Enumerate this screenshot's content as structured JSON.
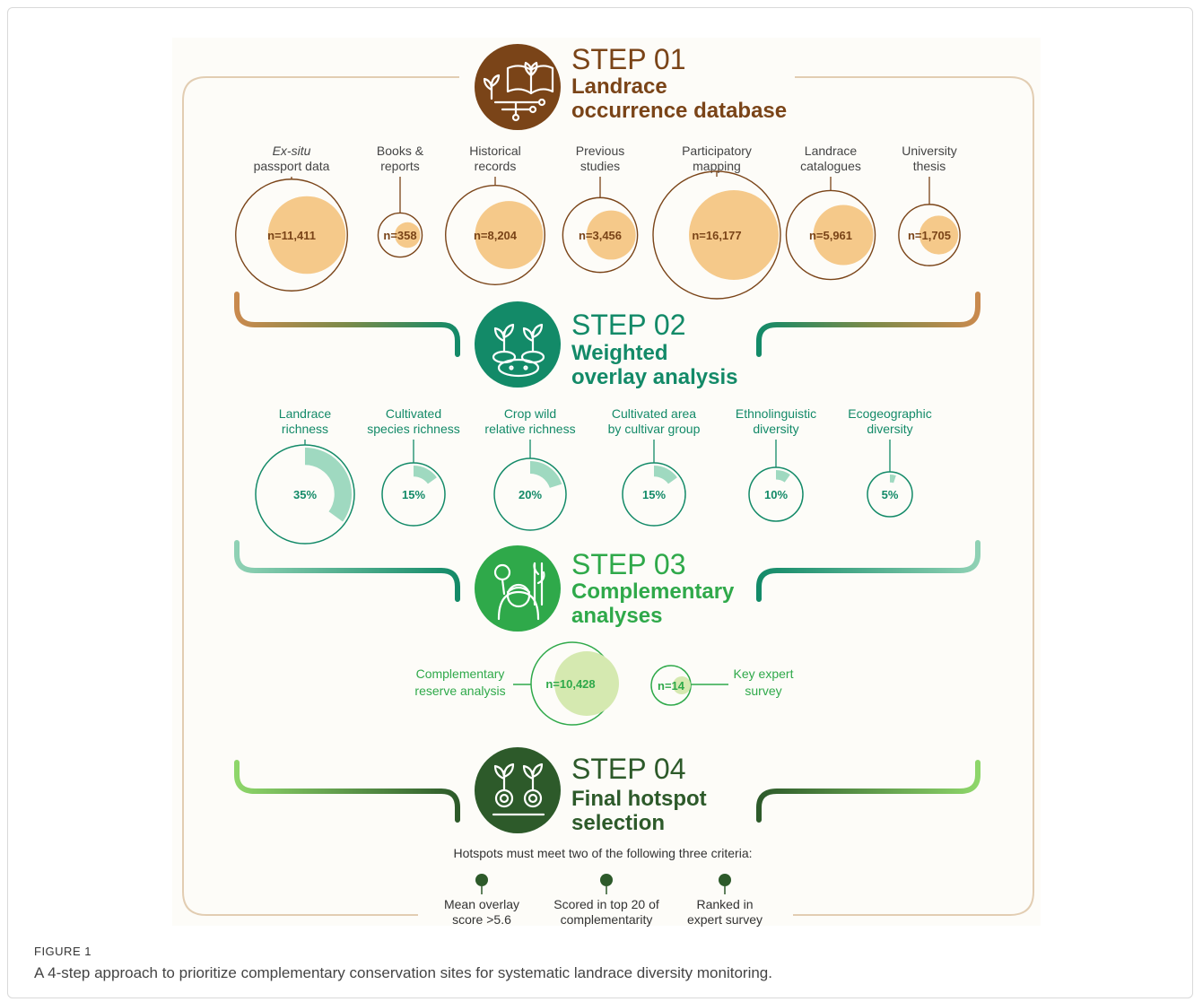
{
  "colors": {
    "brown": "#7a4418",
    "peach": "#f5c98a",
    "teal": "#138a68",
    "teal_light": "#9fd9c0",
    "green": "#2fa94a",
    "green_light": "#d5e9b0",
    "dark_green": "#2d5a2a",
    "frame": "#e2cdb2"
  },
  "step1": {
    "label": "STEP 01",
    "title_line1": "Landrace",
    "title_line2": "occurrence database",
    "icon": "book-plant-circuit-icon",
    "sources": [
      {
        "line1": "Ex-situ",
        "line2": "passport data",
        "n": "n=11,411",
        "value": 11411
      },
      {
        "line1": "Books &",
        "line2": "reports",
        "n": "n=358",
        "value": 358
      },
      {
        "line1": "Historical",
        "line2": "records",
        "n": "n=8,204",
        "value": 8204
      },
      {
        "line1": "Previous",
        "line2": "studies",
        "n": "n=3,456",
        "value": 3456
      },
      {
        "line1": "Participatory",
        "line2": "mapping",
        "n": "n=16,177",
        "value": 16177
      },
      {
        "line1": "Landrace",
        "line2": "catalogues",
        "n": "n=5,961",
        "value": 5961
      },
      {
        "line1": "University",
        "line2": "thesis",
        "n": "n=1,705",
        "value": 1705
      }
    ]
  },
  "step2": {
    "label": "STEP 02",
    "title_line1": "Weighted",
    "title_line2": "overlay analysis",
    "icon": "seedlings-soil-icon",
    "layers": [
      {
        "line1": "Landrace",
        "line2": "richness",
        "pct": "35%",
        "weight": 0.35
      },
      {
        "line1": "Cultivated",
        "line2": "species richness",
        "pct": "15%",
        "weight": 0.15
      },
      {
        "line1": "Crop wild",
        "line2": "relative richness",
        "pct": "20%",
        "weight": 0.2
      },
      {
        "line1": "Cultivated area",
        "line2": "by cultivar group",
        "pct": "15%",
        "weight": 0.15
      },
      {
        "line1": "Ethnolinguistic",
        "line2": "diversity",
        "pct": "10%",
        "weight": 0.1
      },
      {
        "line1": "Ecogeographic",
        "line2": "diversity",
        "pct": "5%",
        "weight": 0.05
      }
    ]
  },
  "step3": {
    "label": "STEP 03",
    "title_line1": "Complementary",
    "title_line2": "analyses",
    "icon": "farmer-plant-icon",
    "left_line1": "Complementary",
    "left_line2": "reserve analysis",
    "left_n": "n=10,428",
    "right_line1": "Key expert",
    "right_line2": "survey",
    "right_n": "n=14"
  },
  "step4": {
    "label": "STEP 04",
    "title_line1": "Final hotspot",
    "title_line2": "selection",
    "icon": "sprout-target-icon",
    "criteria_heading": "Hotspots must meet two of the following three criteria:",
    "criteria": [
      {
        "line1": "Mean overlay",
        "line2": "score >5.6"
      },
      {
        "line1": "Scored in top 20 of",
        "line2": "complementarity"
      },
      {
        "line1": "Ranked in",
        "line2": "expert survey"
      }
    ]
  },
  "figure": {
    "label": "FIGURE 1",
    "caption": "A 4-step approach to prioritize complementary conservation sites for systematic landrace diversity monitoring."
  }
}
